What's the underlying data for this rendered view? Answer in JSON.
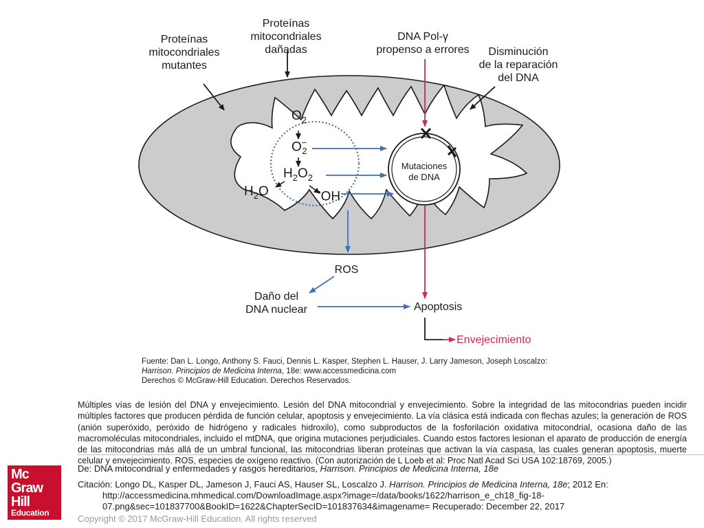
{
  "diagram": {
    "labels": {
      "mutant_proteins": "Proteínas\nmitocondriales\nmutantes",
      "damaged_proteins": "Proteínas\nmitocondriales\ndañadas",
      "dna_pol": "DNA Pol-γ\npropenso a errores",
      "repair_decrease": "Disminución\nde la reparación\ndel DNA",
      "dna_mutations": "Mutaciones\nde DNA",
      "ros": "ROS",
      "nuclear_damage": "Daño del\nDNA nuclear",
      "apoptosis": "Apoptosis",
      "aging": "Envejecimiento"
    },
    "chemistry": {
      "o2": {
        "base": "O",
        "sub": "2"
      },
      "superoxide": {
        "base": "O",
        "sub": "2",
        "sup": "−"
      },
      "h2o2": {
        "b1": "H",
        "s1": "2",
        "b2": "O",
        "s2": "2"
      },
      "water": {
        "b1": "H",
        "s1": "2",
        "b2": "O"
      },
      "hydroxyl": {
        "dot": "•",
        "base": "OH"
      }
    },
    "colors": {
      "membrane_fill": "#cccccc",
      "blue_arrow": "#3f6fb5",
      "red_arrow": "#d9245a",
      "dark": "#1a1a1a"
    },
    "source": {
      "prefix": "Fuente: Dan L. Longo, Anthony S. Fauci, Dennis L. Kasper, Stephen L. Hauser, J. Larry Jameson, Joseph Loscalzo: ",
      "book": "Harrison. Principios de Medicina Interna",
      "suffix": ", 18e: www.accessmedicina.com",
      "rights": "Derechos © McGraw-Hill Education. Derechos Reservados."
    }
  },
  "caption": "Múltiples vías de lesión del DNA y envejecimiento. Lesión del DNA mitocondrial y envejecimiento. Sobre la integridad de las mitocondrias pueden incidir múltiples factores que producen pérdida de función celular, apoptosis y envejecimiento. La vía clásica está indicada con flechas azules; la generación de ROS (anión superóxido, peróxido de hidrógeno y radicales hidroxilo), como subproductos de la fosforilación oxidativa mitocondrial, ocasiona daño de las macromoléculas mitocondriales, incluido el mtDNA, que origina mutaciones perjudiciales. Cuando estos factores lesionan el aparato de producción de energía de las mitocondrias más allá de un umbral funcional, las mitocondrias liberan proteínas que activan la vía caspasa, las cuales generan apoptosis, muerte celular y envejecimiento. ROS, especies de oxígeno reactivo. (Con autorización de L Loeb et al: Proc Natl Acad Sci USA 102:18769, 2005.)",
  "footer": {
    "logo": {
      "line1": "Mc",
      "line2": "Graw",
      "line3": "Hill",
      "line4": "Education"
    },
    "ref_prefix": "De: DNA mitocondrial y enfermedades y rasgos hereditarios, ",
    "ref_book": "Harrison. Principios de Medicina Interna, 18e",
    "citation_prefix": "Citación: Longo DL, Kasper DL, Jameson J, Fauci AS, Hauser SL, Loscalzo J. ",
    "citation_book": "Harrison. Principios de Medicina Interna, 18e",
    "citation_suffix": "; 2012 En:",
    "citation_url": "http://accessmedicina.mhmedical.com/DownloadImage.aspx?image=/data/books/1622/harrison_e_ch18_fig-18-",
    "citation_url2": "07.png&sec=101837700&BookID=1622&ChapterSecID=101837634&imagename= Recuperado: December 22, 2017",
    "copyright": "Copyright © 2017 McGraw-Hill Education. All rights reserved"
  }
}
